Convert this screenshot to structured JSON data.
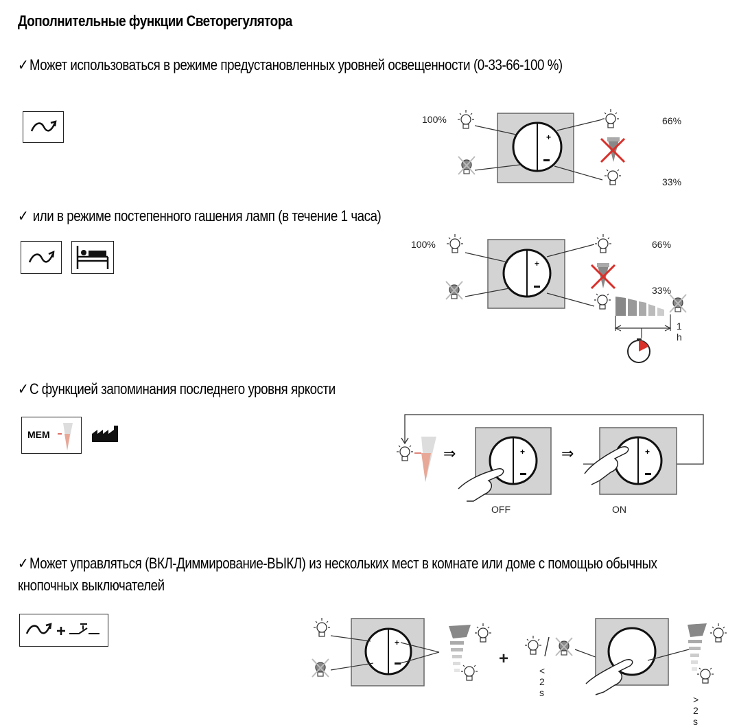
{
  "title": "Дополнительные функции Светорегулятора",
  "features": [
    {
      "check": "✓",
      "text": "Может использоваться в режиме предустановленных уровней освещенности (0-33-66-100 %)"
    },
    {
      "check": "✓",
      "text": " или в режиме постепенного гашения ламп (в течение 1 часа)"
    },
    {
      "check": "✓",
      "text": "С функцией запоминания последнего уровня яркости"
    },
    {
      "check": "✓",
      "text": "Может управляться (ВКЛ-Диммирование-ВЫКЛ) из нескольких мест в комнате или доме с помощью обычных"
    },
    {
      "check": "",
      "text": "кнопочных выключателей"
    }
  ],
  "diagram1": {
    "label_100": "100%",
    "label_66": "66%",
    "label_33": "33%"
  },
  "diagram2": {
    "label_100": "100%",
    "label_66": "66%",
    "label_33": "33%",
    "label_1h": "1 h"
  },
  "diagram3": {
    "off_label": "OFF",
    "on_label": "ON",
    "mem_label": "MEM"
  },
  "diagram4": {
    "plus_label": "+",
    "less_label": "< 2 s",
    "more_label": "> 2 s"
  },
  "icons": [
    "dimmer-wave-icon",
    "bed-icon",
    "mem-icon",
    "factory-icon",
    "pushbutton-icon",
    "bulb-icon",
    "bulb-off-icon",
    "hand-icon",
    "timer-icon"
  ]
}
